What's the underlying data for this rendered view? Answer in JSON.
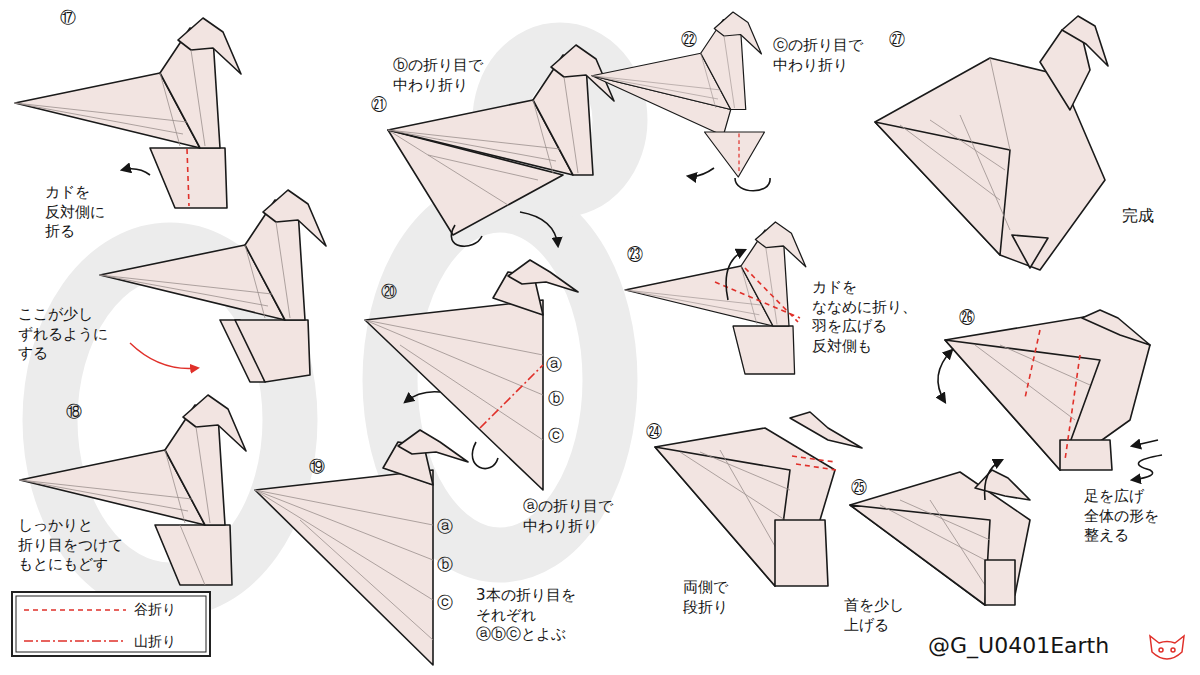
{
  "diagram": {
    "labels": [
      "⑰",
      "カドを 反対側に 折る",
      "ここが少し ずれるように する",
      "⑱",
      "しっかりと 折り目をつけて もとにもどす",
      "㉑",
      "ⓑの折り目で 中わり折り",
      "⑳",
      "ⓐ",
      "ⓑ",
      "ⓒ",
      "ⓐの折り目で 中わり折り",
      "⑲",
      "ⓐ",
      "ⓑ",
      "ⓒ",
      "3本の折り目を それぞれ ⓐⓑⓒとよぶ",
      "㉒",
      "ⓒの折り目で 中わり折り",
      "㉓",
      "カドを ななめに折り、 羽を広げる 反対側も",
      "㉔",
      "両側で 段折り",
      "㉕",
      "首を少し 上げる",
      "㉖",
      "足を広げ 全体の形を 整える",
      "㉗",
      "完成",
      "@G_U0401Earth"
    ],
    "legend": [
      {
        "text": "谷折り"
      },
      {
        "text": "山折り"
      }
    ]
  }
}
